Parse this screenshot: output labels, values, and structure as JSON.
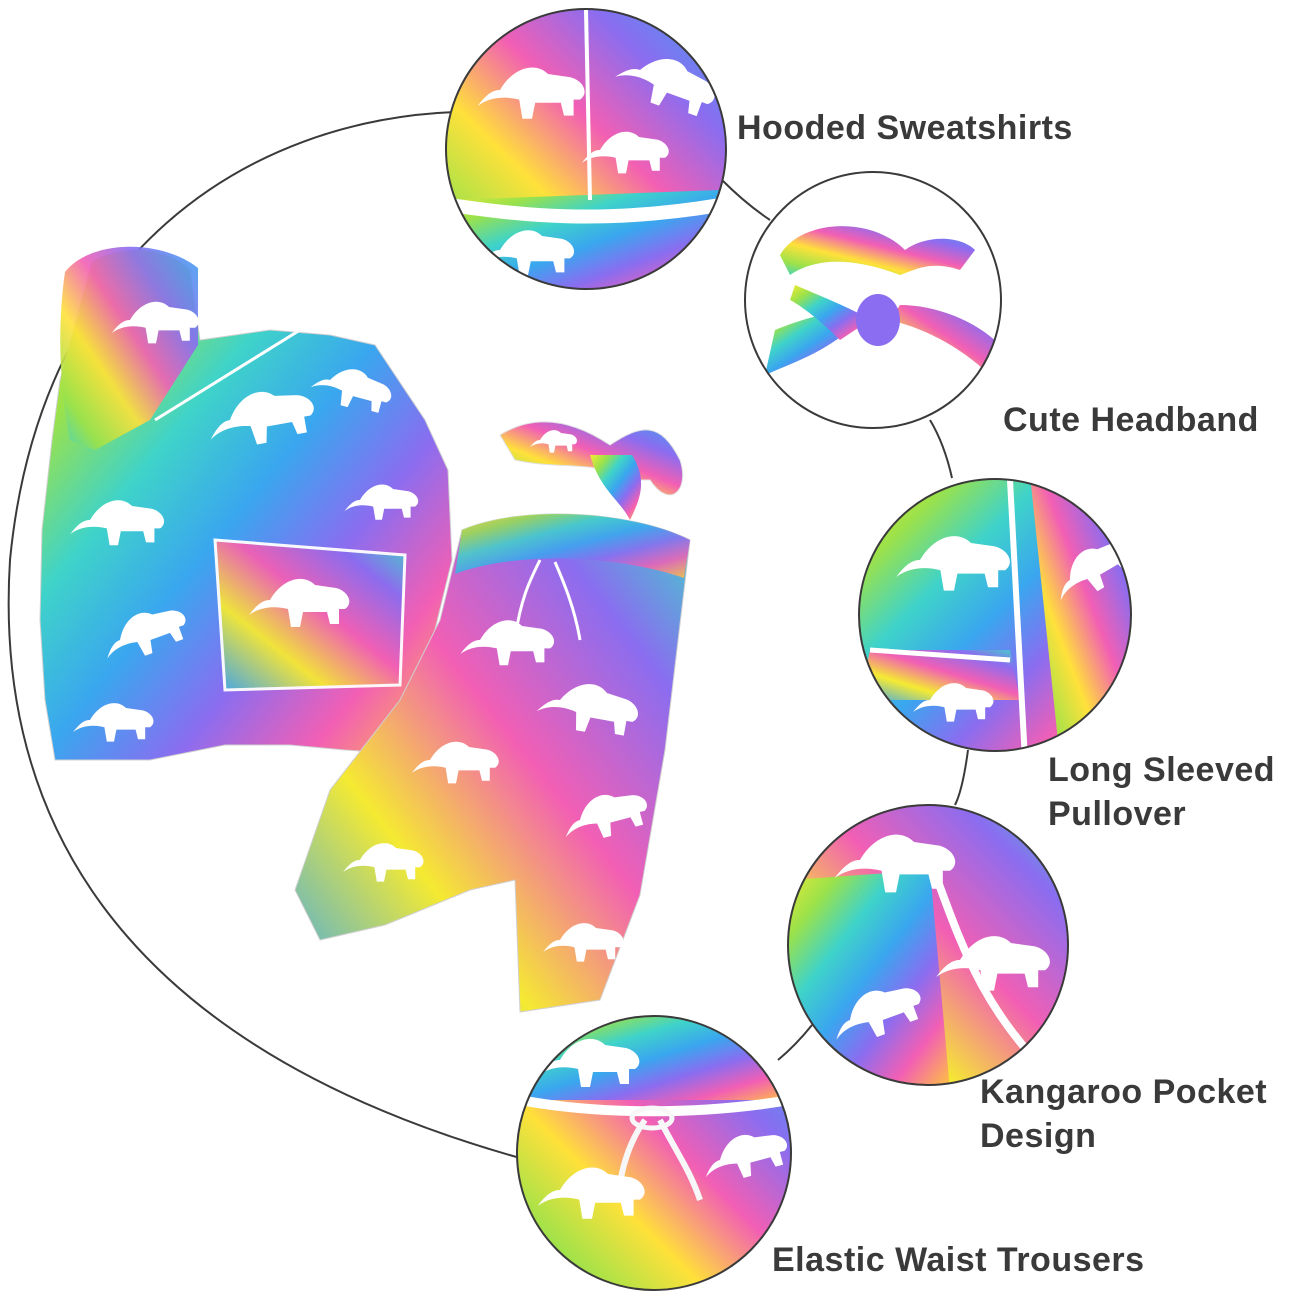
{
  "features": [
    {
      "id": "hood",
      "lines": [
        "Hooded Sweatshirts"
      ]
    },
    {
      "id": "headband",
      "lines": [
        "Cute Headband"
      ]
    },
    {
      "id": "sleeve",
      "lines": [
        "Long Sleeved",
        "Pullover"
      ]
    },
    {
      "id": "pocket",
      "lines": [
        "Kangaroo Pocket",
        "Design"
      ]
    },
    {
      "id": "waist",
      "lines": [
        "Elastic Waist Trousers"
      ]
    }
  ],
  "palette": {
    "text": "#3a3a3a",
    "outline": "#3a3a3a",
    "fabric_colors": [
      "#f5ea32",
      "#9be24a",
      "#3fd3c9",
      "#3aa6ef",
      "#8a6df0",
      "#f25fb4",
      "#ff6f7a",
      "#ffc83a"
    ]
  },
  "icons": {
    "hoodie": "hoodie-garment-icon",
    "pants": "pants-garment-icon",
    "headband": "headband-bow-icon",
    "motif": "dinosaur-silhouette-icon"
  }
}
